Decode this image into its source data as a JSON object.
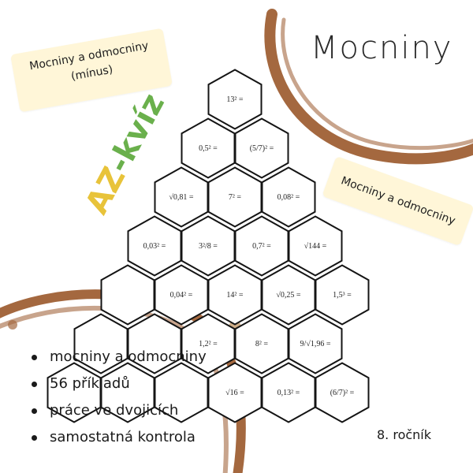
{
  "title": "Mocniny",
  "labels": {
    "left_line1": "Mocniny a odmocniny",
    "left_line2": "(mínus)",
    "right": "Mocniny a odmocniny"
  },
  "az_kviz": {
    "part1": "AZ",
    "dash": "-",
    "part2": "kvíz"
  },
  "bullets": [
    "mocniny a odmocniny",
    "56 příkladů",
    "práce ve dvojicích",
    "samostatná kontrola"
  ],
  "grade": "8. ročník",
  "hex_rows": [
    [
      "13² ="
    ],
    [
      "0,5² =",
      "(5/7)² ="
    ],
    [
      "√0,81 =",
      "7² =",
      "0,08² ="
    ],
    [
      "0,03² =",
      "3²/8 =",
      "0,7² =",
      "√144 ="
    ],
    [
      "",
      "0,04² =",
      "14² =",
      "√0,25 =",
      "1,5³ ="
    ],
    [
      "",
      "",
      "1,2² =",
      "8² =",
      "9/√1,96 ="
    ],
    [
      "",
      "",
      "",
      "√16 =",
      "0,13² =",
      "(6/7)² ="
    ]
  ],
  "colors": {
    "label_bg": "#fff6d8",
    "stain": "#a4683f",
    "az_yellow": "#e8c33a",
    "az_green": "#6ab04c",
    "hex_stroke": "#141414"
  }
}
